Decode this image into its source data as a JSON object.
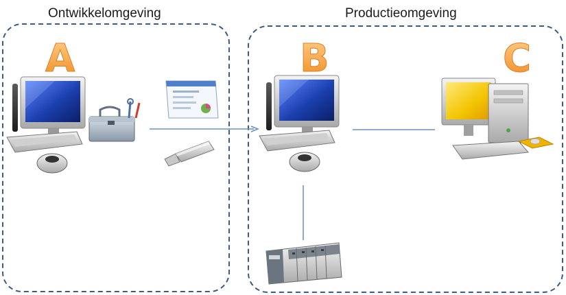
{
  "regions": {
    "development": {
      "title": "Ontwikkelomgeving"
    },
    "production": {
      "title": "Productieomgeving"
    }
  },
  "nodes": [
    {
      "id": "A",
      "label": "A",
      "icon": "desktop-pc-icon"
    },
    {
      "id": "B",
      "label": "B",
      "icon": "desktop-pc-icon"
    },
    {
      "id": "C",
      "label": "C",
      "icon": "desktop-pc-yellow-screen-icon"
    }
  ],
  "artifacts": [
    {
      "icon": "toolbox-icon"
    },
    {
      "icon": "application-window-icon"
    },
    {
      "icon": "usb-stick-icon"
    },
    {
      "icon": "plc-controller-icon"
    }
  ],
  "colors": {
    "region_border": "#3c5a82",
    "letter_fill": "#f4a64a",
    "connector": "#6a8fbf",
    "screen_blue": "#1b3fae",
    "screen_yellow": "#f3c400"
  }
}
